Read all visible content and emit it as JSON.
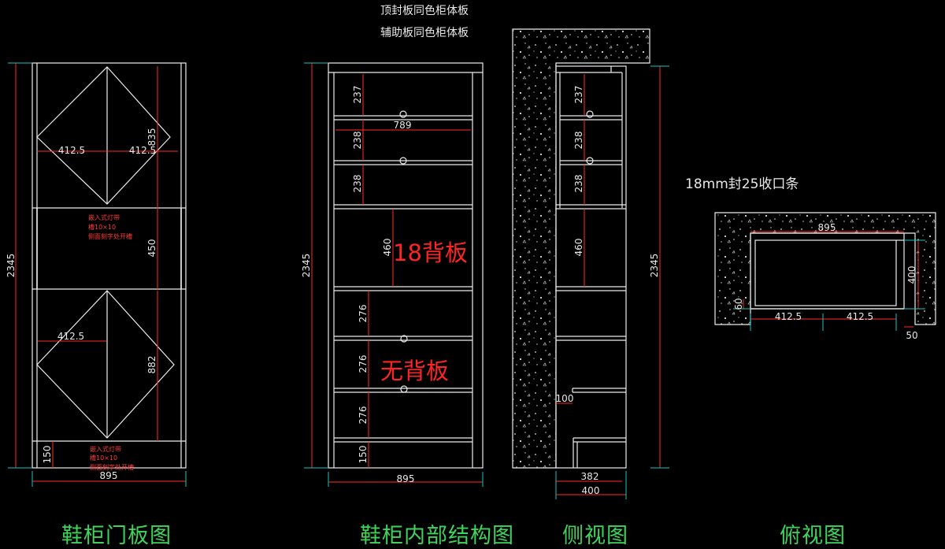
{
  "notes": {
    "top_panel": "顶封板同色柜体板",
    "aux_panel": "辅助板同色柜体板",
    "edge_strip": "18mm封25收口条"
  },
  "captions": {
    "door_view": "鞋柜门板图",
    "internal_view": "鞋柜内部结构图",
    "side_view": "侧视图",
    "top_view": "俯视图"
  },
  "labels": {
    "back_18": "18背板",
    "no_back": "无背板",
    "light_upper": [
      "嵌入式灯带",
      "槽10×10",
      "侧面刻字处开槽"
    ],
    "light_lower": [
      "嵌入式灯带",
      "槽10×10",
      "侧面刻字处开槽"
    ]
  },
  "dims": {
    "door": {
      "height": "2345",
      "width": "895",
      "leaf_upper_left": "412.5",
      "leaf_upper_right": "412.5",
      "upper_door": "835",
      "niche": "450",
      "lower_door": "882",
      "leaf_lower": "412.5",
      "base": "150"
    },
    "internal": {
      "height": "2345",
      "width": "895",
      "shelf_width": "789",
      "gaps": [
        "237",
        "238",
        "238",
        "460",
        "276",
        "276",
        "276",
        "150"
      ]
    },
    "side": {
      "height": "2345",
      "depth_inner": "382",
      "depth_outer": "400",
      "gaps": [
        "237",
        "238",
        "238",
        "460"
      ],
      "step": "100"
    },
    "top": {
      "width": "895",
      "depth": "400",
      "half_left": "412.5",
      "half_right": "412.5",
      "side_60": "60",
      "edge_50": "50"
    }
  },
  "colors": {
    "line": "#ececec",
    "dim": "#ff2a2a",
    "ext": "#19c9c4",
    "caption": "#3fd35a"
  }
}
